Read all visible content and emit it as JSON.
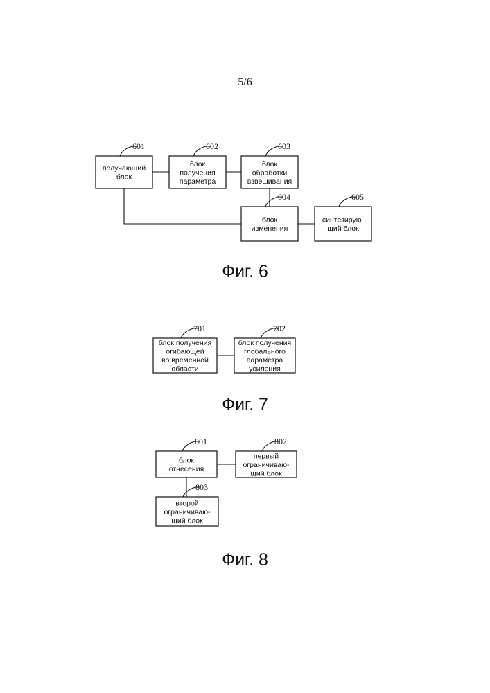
{
  "page_number": "5/6",
  "figures": [
    {
      "caption": "Фиг. 6",
      "blocks": [
        {
          "id": "601",
          "lines": [
            "получающий",
            "блок"
          ]
        },
        {
          "id": "602",
          "lines": [
            "блок",
            "получения",
            "параметра"
          ]
        },
        {
          "id": "603",
          "lines": [
            "блок",
            "обработки",
            "взвешивания"
          ]
        },
        {
          "id": "604",
          "lines": [
            "блок",
            "изменения"
          ]
        },
        {
          "id": "605",
          "lines": [
            "синтезирую-",
            "щий блок"
          ]
        }
      ],
      "connections": [
        [
          "601",
          "602"
        ],
        [
          "602",
          "603"
        ],
        [
          "603",
          "604"
        ],
        [
          "601",
          "604"
        ],
        [
          "604",
          "605"
        ]
      ]
    },
    {
      "caption": "Фиг. 7",
      "blocks": [
        {
          "id": "701",
          "lines": [
            "блок получения",
            "огибающей",
            "во временной",
            "области"
          ]
        },
        {
          "id": "702",
          "lines": [
            "блок получения",
            "глобального",
            "параметра",
            "усиления"
          ]
        }
      ],
      "connections": [
        [
          "701",
          "702"
        ]
      ]
    },
    {
      "caption": "Фиг. 8",
      "blocks": [
        {
          "id": "801",
          "lines": [
            "блок",
            "отнесения"
          ]
        },
        {
          "id": "802",
          "lines": [
            "первый",
            "ограничиваю-",
            "щий блок"
          ]
        },
        {
          "id": "803",
          "lines": [
            "второй",
            "ограничиваю-",
            "щий блок"
          ]
        }
      ],
      "connections": [
        [
          "801",
          "802"
        ],
        [
          "801",
          "803"
        ]
      ]
    }
  ]
}
